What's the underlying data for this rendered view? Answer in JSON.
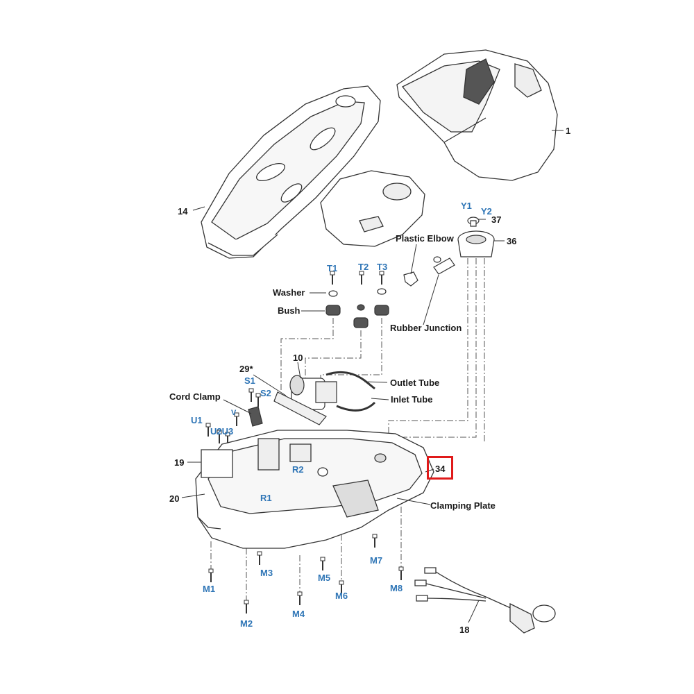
{
  "diagram": {
    "highlighted_callout": "34",
    "colors": {
      "callout_text": "#1a1a1a",
      "fastener_text": "#2e75b6",
      "highlight": "#e01a1a",
      "line": "#333333"
    },
    "callouts": {
      "c1": "1",
      "c14": "14",
      "c36": "36",
      "c37": "37",
      "c10": "10",
      "c29": "29*",
      "c19": "19",
      "c20": "20",
      "c34": "34",
      "c18": "18"
    },
    "part_names": {
      "plastic_elbow": "Plastic Elbow",
      "washer": "Washer",
      "bush": "Bush",
      "rubber_junction": "Rubber Junction",
      "outlet_tube": "Outlet Tube",
      "inlet_tube": "Inlet Tube",
      "cord_clamp": "Cord Clamp",
      "clamping_plate": "Clamping Plate"
    },
    "fasteners": {
      "Y1": "Y1",
      "Y2": "Y2",
      "T1": "T1",
      "T2": "T2",
      "T3": "T3",
      "S1": "S1",
      "S2": "S2",
      "V": "V",
      "U1": "U1",
      "U2U3": "U2U3",
      "R1": "R1",
      "R2": "R2",
      "M1": "M1",
      "M2": "M2",
      "M3": "M3",
      "M4": "M4",
      "M5": "M5",
      "M6": "M6",
      "M7": "M7",
      "M8": "M8"
    }
  }
}
